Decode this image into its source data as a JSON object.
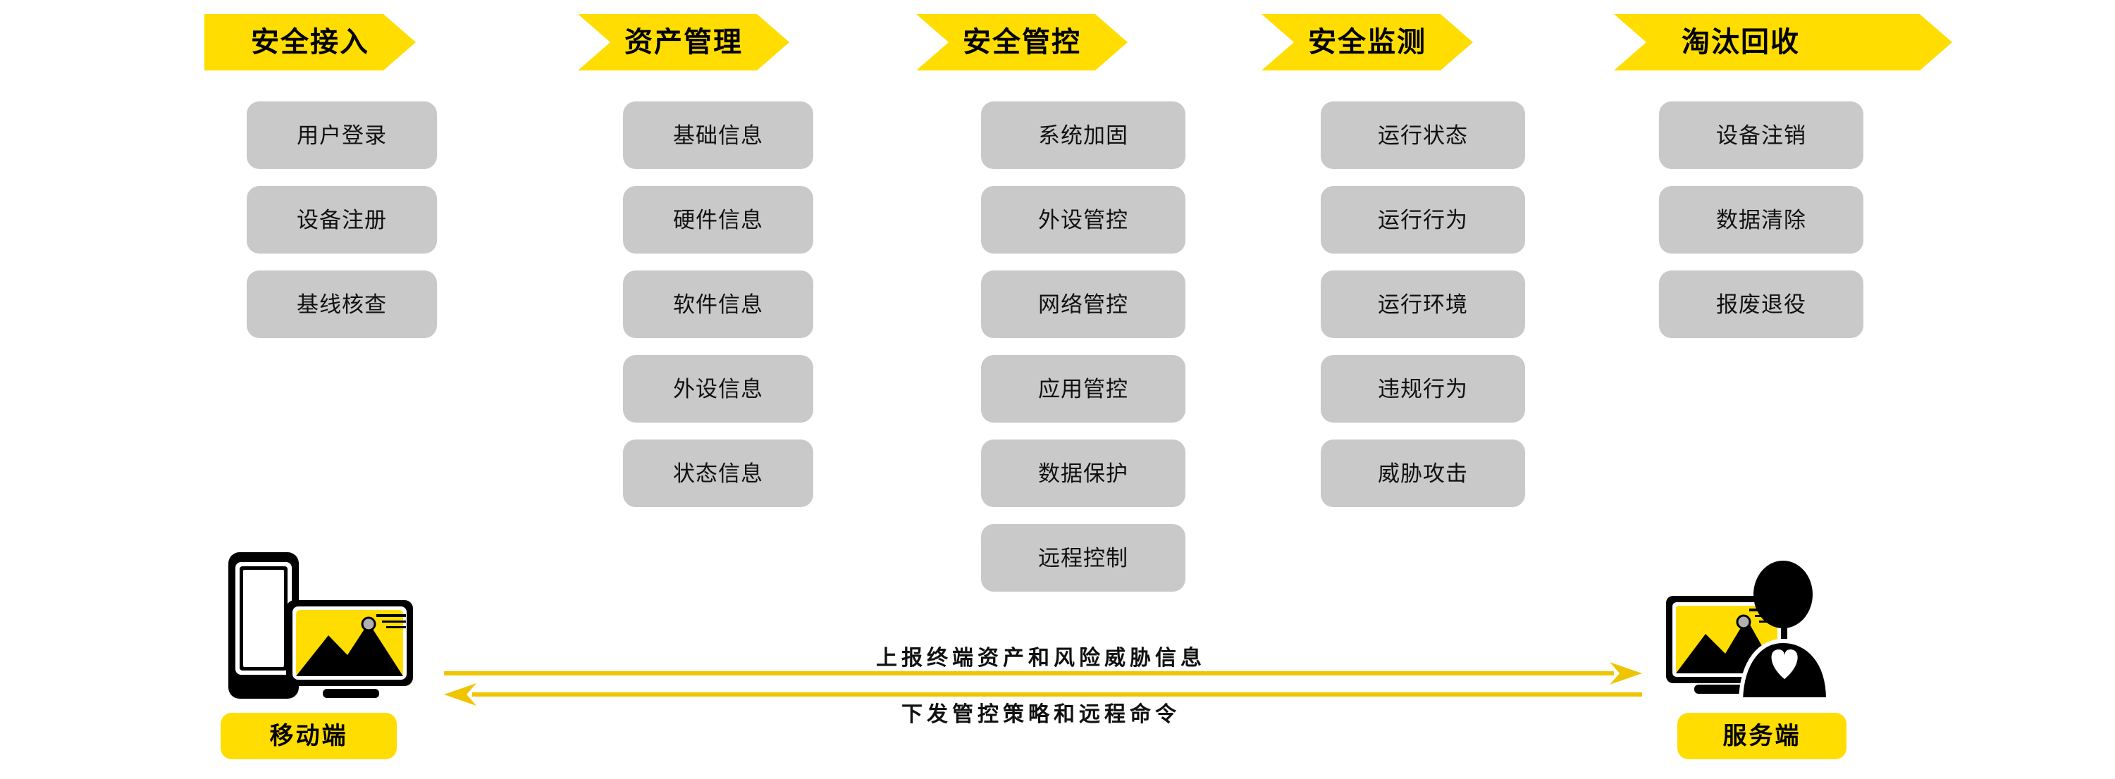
{
  "colors": {
    "accent_yellow": "#FFDD00",
    "pill_gray": "#C9C9C9",
    "text_black": "#111111",
    "arrow_yellow": "#EFC400",
    "background": "#FFFFFF"
  },
  "stages": [
    {
      "title": "安全接入",
      "items": [
        "用户登录",
        "设备注册",
        "基线核查"
      ]
    },
    {
      "title": "资产管理",
      "items": [
        "基础信息",
        "硬件信息",
        "软件信息",
        "外设信息",
        "状态信息"
      ]
    },
    {
      "title": "安全管控",
      "items": [
        "系统加固",
        "外设管控",
        "网络管控",
        "应用管控",
        "数据保护",
        "远程控制"
      ]
    },
    {
      "title": "安全监测",
      "items": [
        "运行状态",
        "运行行为",
        "运行环境",
        "违规行为",
        "威胁攻击"
      ]
    },
    {
      "title": "淘汰回收",
      "items": [
        "设备注销",
        "数据清除",
        "报废退役"
      ]
    }
  ],
  "endpoints": {
    "left": {
      "label": "移动端",
      "icon": "mobile-device-icon"
    },
    "right": {
      "label": "服务端",
      "icon": "server-operator-icon"
    }
  },
  "exchange": {
    "upstream": {
      "label": "上报终端资产和风险威胁信息",
      "direction": "left-to-right",
      "icon": "arrow-right-icon"
    },
    "downstream": {
      "label": "下发管控策略和远程命令",
      "direction": "right-to-left",
      "icon": "arrow-left-icon"
    }
  }
}
